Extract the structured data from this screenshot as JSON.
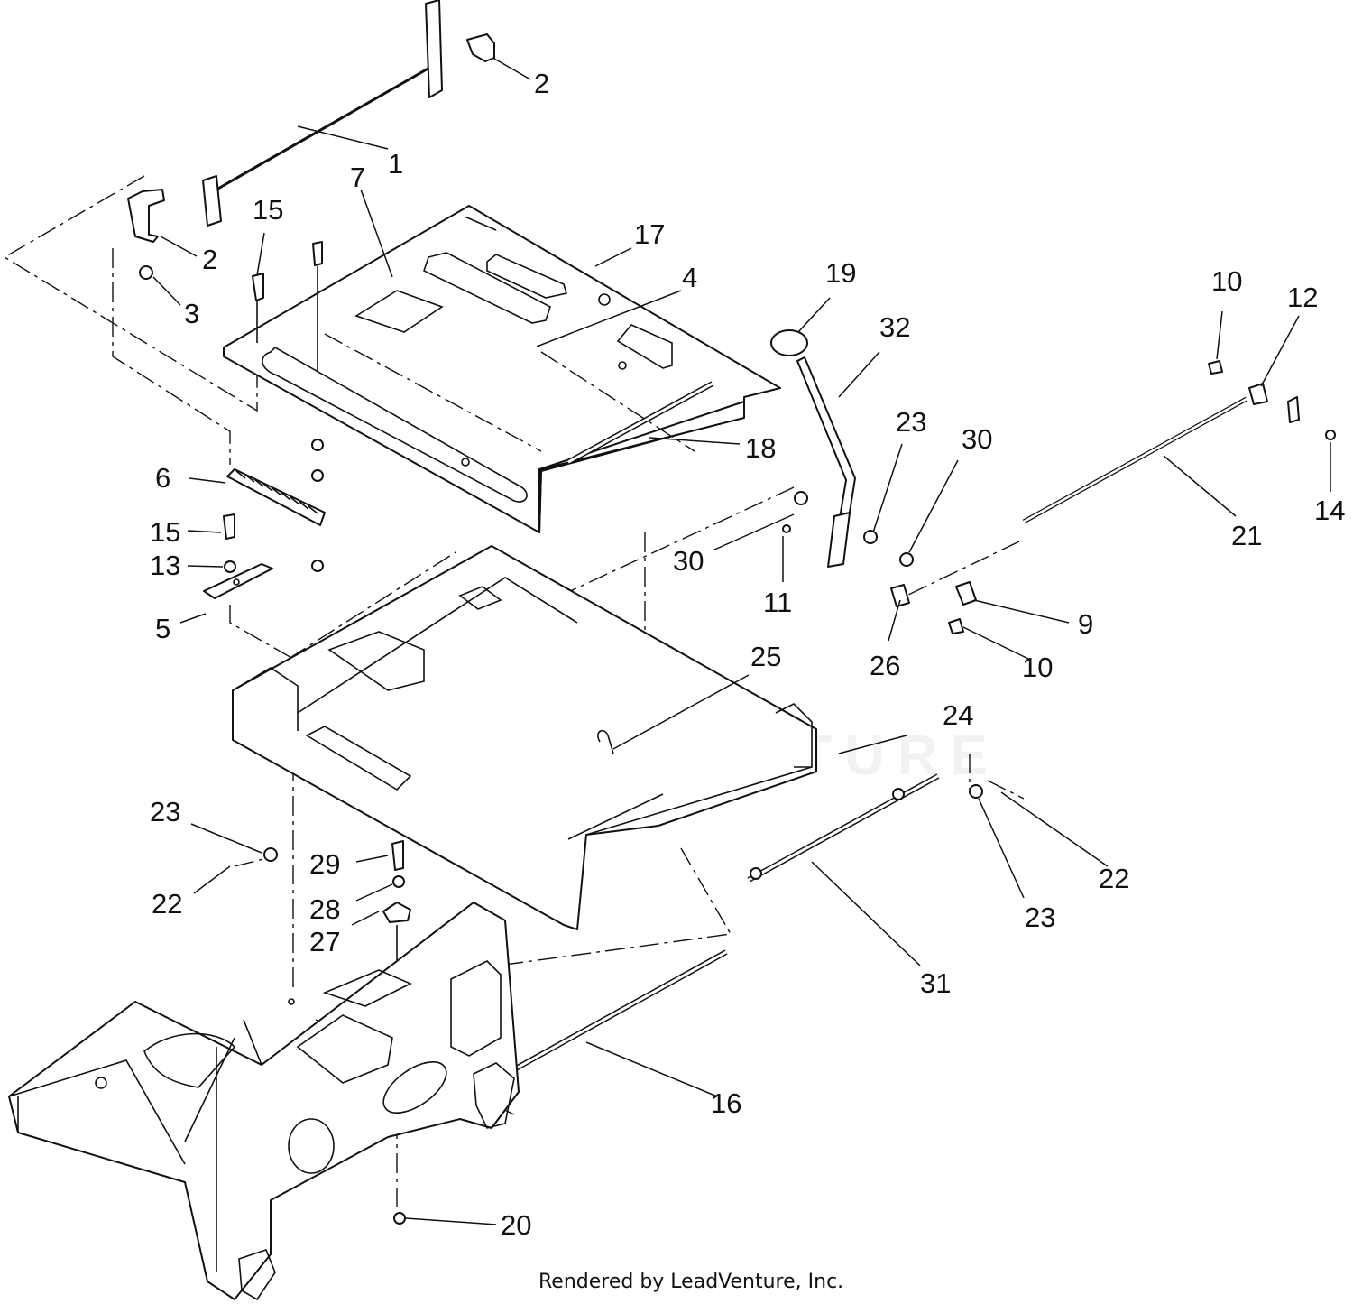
{
  "diagram": {
    "callouts": [
      {
        "id": "c1",
        "text": "1"
      },
      {
        "id": "c2a",
        "text": "2"
      },
      {
        "id": "c2b",
        "text": "2"
      },
      {
        "id": "c3",
        "text": "3"
      },
      {
        "id": "c4",
        "text": "4"
      },
      {
        "id": "c5",
        "text": "5"
      },
      {
        "id": "c6",
        "text": "6"
      },
      {
        "id": "c7",
        "text": "7"
      },
      {
        "id": "c9",
        "text": "9"
      },
      {
        "id": "c10a",
        "text": "10"
      },
      {
        "id": "c10b",
        "text": "10"
      },
      {
        "id": "c11",
        "text": "11"
      },
      {
        "id": "c12",
        "text": "12"
      },
      {
        "id": "c13",
        "text": "13"
      },
      {
        "id": "c14",
        "text": "14"
      },
      {
        "id": "c15a",
        "text": "15"
      },
      {
        "id": "c15b",
        "text": "15"
      },
      {
        "id": "c16",
        "text": "16"
      },
      {
        "id": "c17",
        "text": "17"
      },
      {
        "id": "c18",
        "text": "18"
      },
      {
        "id": "c19",
        "text": "19"
      },
      {
        "id": "c20",
        "text": "20"
      },
      {
        "id": "c21",
        "text": "21"
      },
      {
        "id": "c22a",
        "text": "22"
      },
      {
        "id": "c22b",
        "text": "22"
      },
      {
        "id": "c23a",
        "text": "23"
      },
      {
        "id": "c23b",
        "text": "23"
      },
      {
        "id": "c23c",
        "text": "23"
      },
      {
        "id": "c24",
        "text": "24"
      },
      {
        "id": "c25",
        "text": "25"
      },
      {
        "id": "c26",
        "text": "26"
      },
      {
        "id": "c27",
        "text": "27"
      },
      {
        "id": "c28",
        "text": "28"
      },
      {
        "id": "c29",
        "text": "29"
      },
      {
        "id": "c30a",
        "text": "30"
      },
      {
        "id": "c30b",
        "text": "30"
      },
      {
        "id": "c31",
        "text": "31"
      },
      {
        "id": "c32",
        "text": "32"
      }
    ],
    "watermark": "LEADVENTURE",
    "credit": "Rendered by LeadVenture, Inc."
  },
  "colors": {
    "line": "#111111",
    "background": "#ffffff",
    "watermark": "#f2f2f2"
  }
}
